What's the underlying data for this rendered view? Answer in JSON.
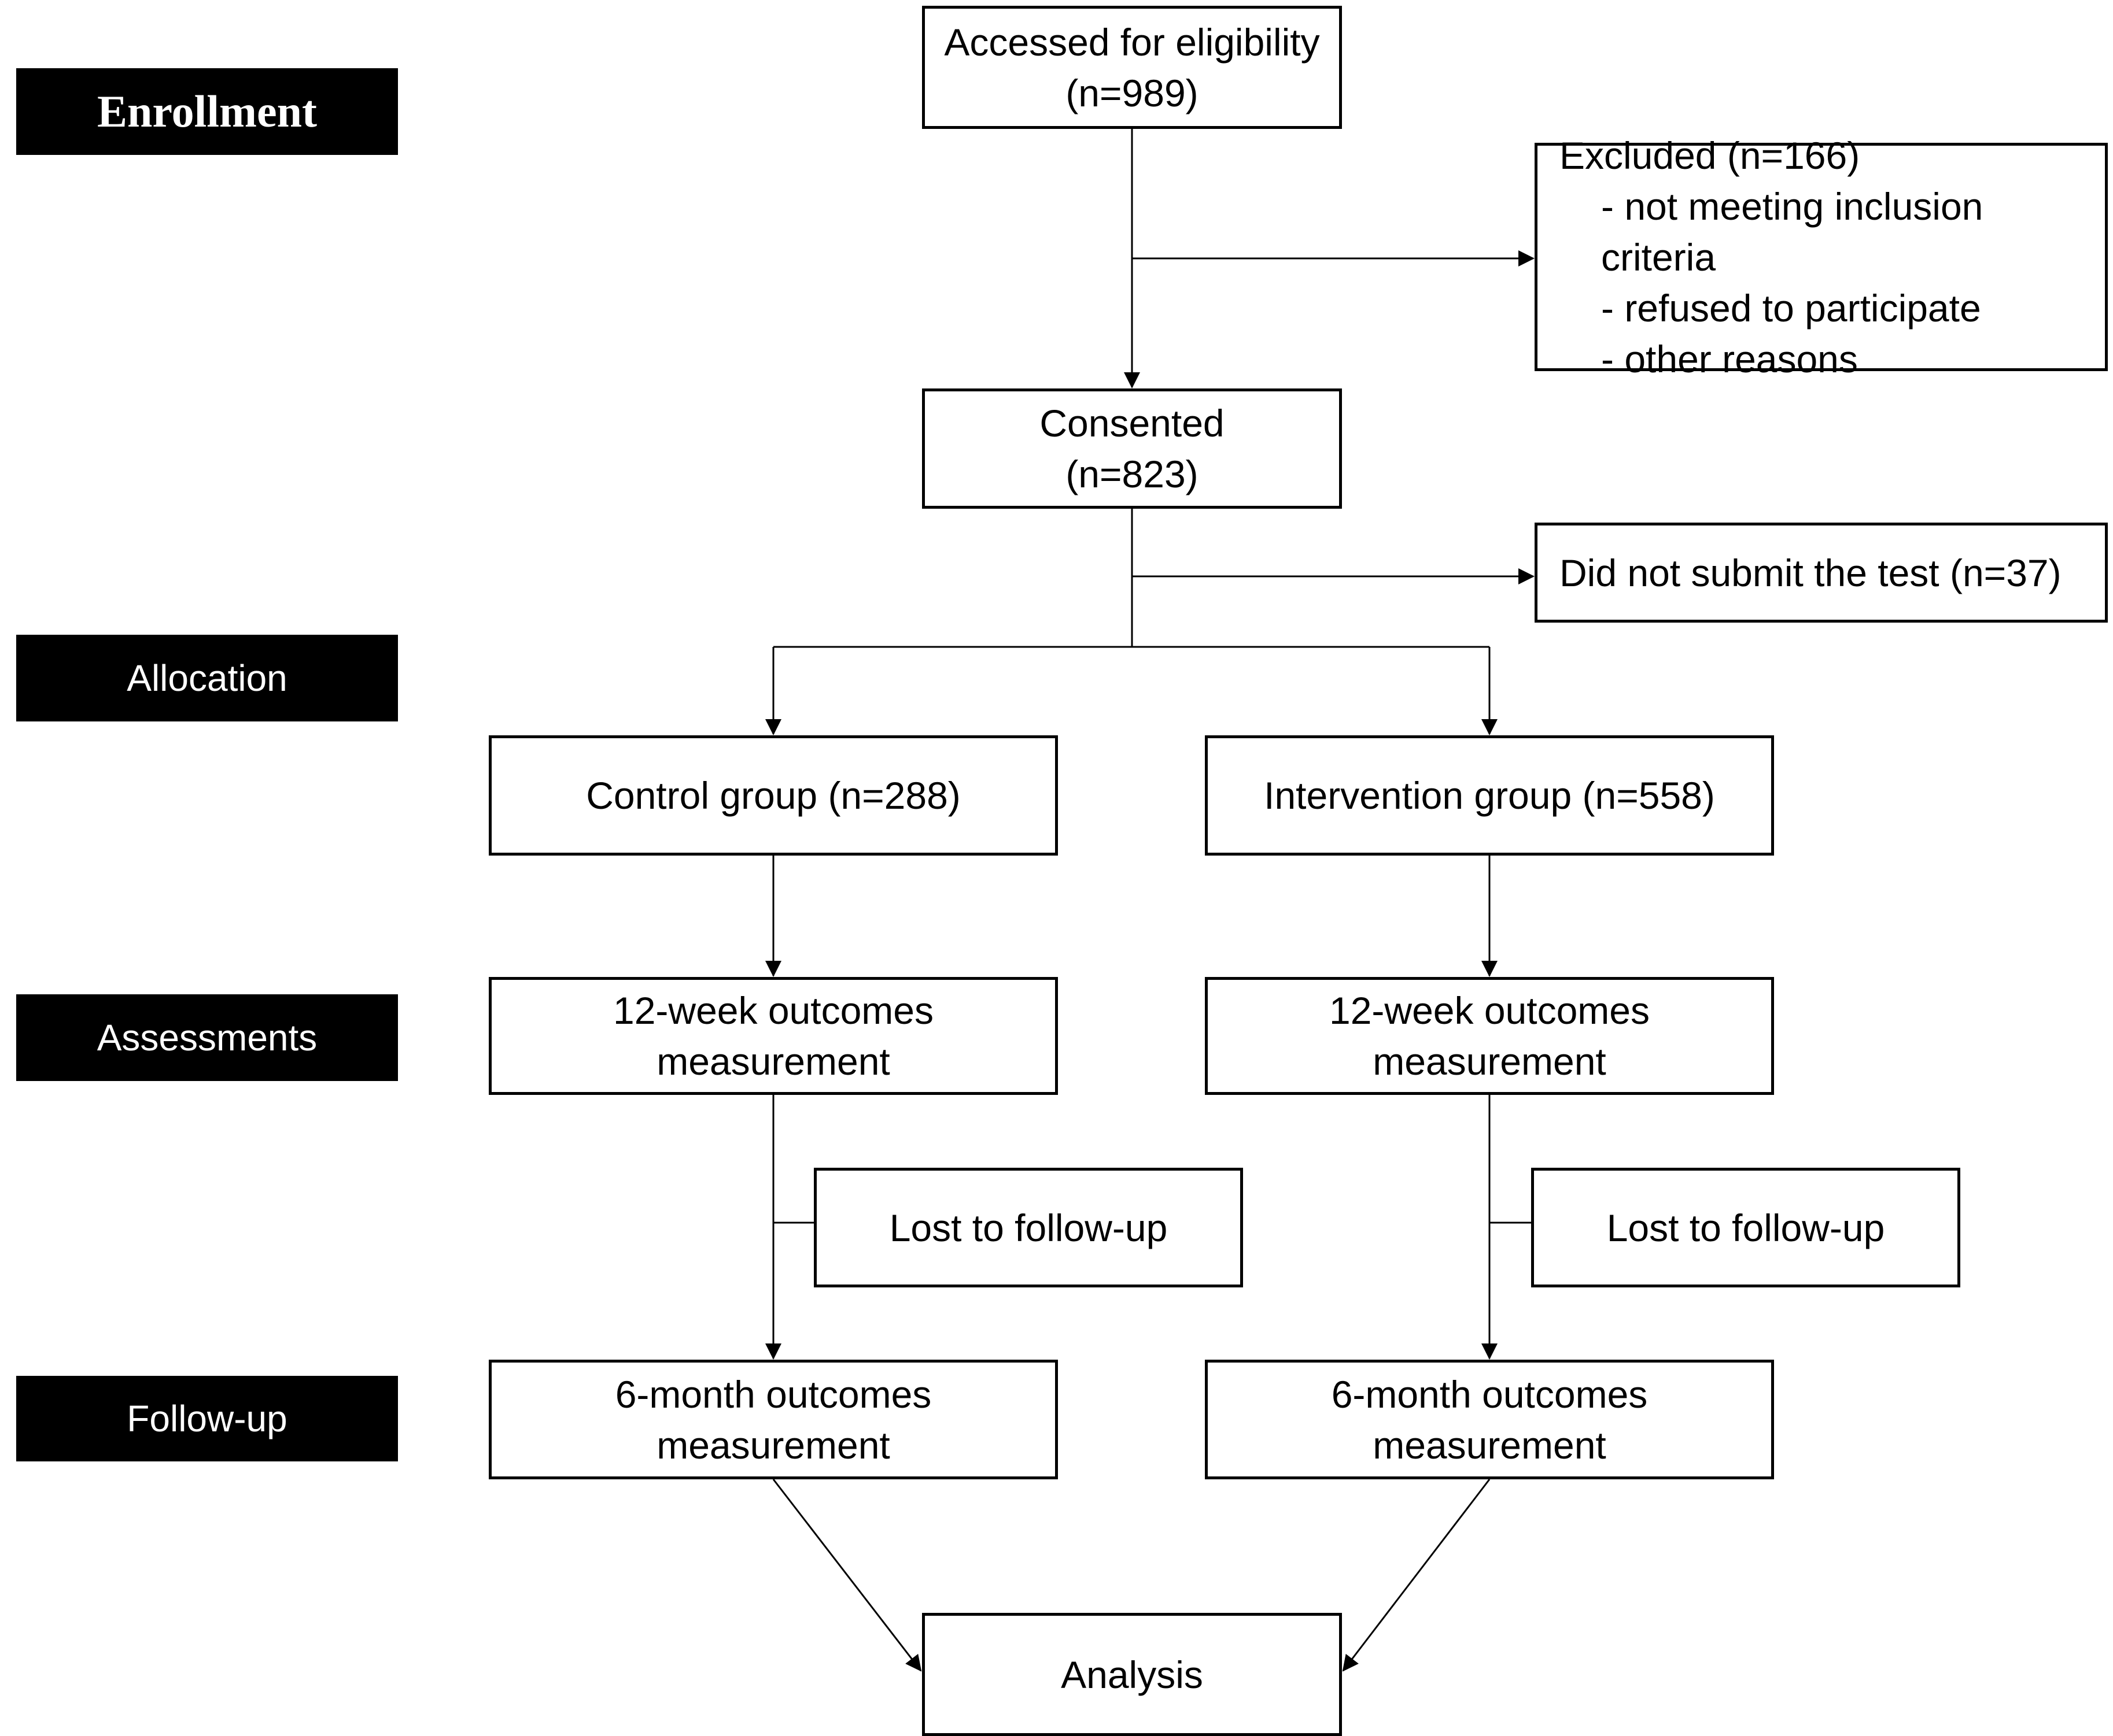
{
  "stages": {
    "enrollment": "Enrollment",
    "allocation": "Allocation",
    "assessments": "Assessments",
    "followup": "Follow-up"
  },
  "nodes": {
    "eligibility": {
      "line1": "Accessed for eligibility",
      "line2": "(n=989)"
    },
    "excluded": {
      "title": "Excluded (n=166)",
      "reasons": [
        "- not meeting inclusion criteria",
        "- refused to participate",
        "- other reasons"
      ]
    },
    "consented": {
      "line1": "Consented",
      "line2": "(n=823)"
    },
    "not_submitted": {
      "label": "Did not submit the test (n=37)"
    },
    "control": {
      "label": "Control group (n=288)"
    },
    "intervention": {
      "label": "Intervention group (n=558)"
    },
    "control_12w": {
      "line1": "12-week outcomes",
      "line2": "measurement"
    },
    "intervention_12w": {
      "line1": "12-week outcomes",
      "line2": "measurement"
    },
    "control_lost": {
      "label": "Lost to follow-up"
    },
    "intervention_lost": {
      "label": "Lost to follow-up"
    },
    "control_6m": {
      "line1": "6-month outcomes",
      "line2": "measurement"
    },
    "intervention_6m": {
      "line1": "6-month outcomes",
      "line2": "measurement"
    },
    "analysis": {
      "label": "Analysis"
    }
  },
  "colors": {
    "stage_background": "#000000",
    "stage_text": "#ffffff",
    "border": "#000000",
    "connector": "#000000"
  }
}
